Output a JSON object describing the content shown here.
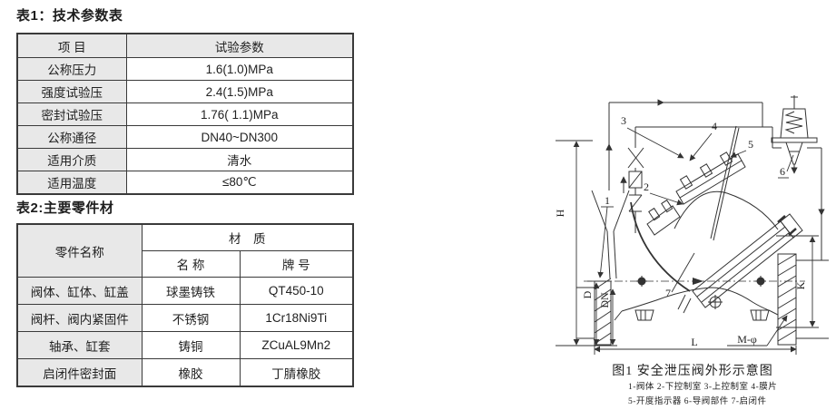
{
  "table1": {
    "title": "表1：技术参数表",
    "col_item": "项 目",
    "col_value": "试验参数",
    "rows": [
      {
        "item": "公称压力",
        "value": "1.6(1.0)MPa"
      },
      {
        "item": "强度试验压",
        "value": "2.4(1.5)MPa"
      },
      {
        "item": "密封试验压",
        "value": "1.76( 1.1)MPa"
      },
      {
        "item": "公称通径",
        "value": "DN40~DN300"
      },
      {
        "item": "适用介质",
        "value": "清水"
      },
      {
        "item": "适用温度",
        "value": "≤80℃"
      }
    ]
  },
  "table2": {
    "title": "表2:主要零件材",
    "col_part": "零件名称",
    "col_material": "材　质",
    "col_name": "名 称",
    "col_grade": "牌 号",
    "rows": [
      {
        "part": "阀体、缸体、缸盖",
        "material": "球墨铸铁",
        "grade": "QT450-10"
      },
      {
        "part": "阀杆、阀内紧固件",
        "material": "不锈钢",
        "grade": "1Cr18Ni9Ti"
      },
      {
        "part": "轴承、缸套",
        "material": "铸铜",
        "grade": "ZCuAL9Mn2"
      },
      {
        "part": "启闭件密封面",
        "material": "橡胶",
        "grade": "丁腈橡胶"
      }
    ]
  },
  "figure": {
    "caption": "图1 安全泄压阀外形示意图",
    "legend_line1": "1-阀体 2-下控制室 3-上控制室 4-膜片",
    "legend_line2": "5-开度指示器 6-导阀部件 7-启闭件",
    "labels": {
      "n1": "1",
      "n2": "2",
      "n3": "3",
      "n4": "4",
      "n5": "5",
      "n6": "6",
      "n7": "7"
    },
    "dims": {
      "h": "H",
      "d": "D",
      "dn": "DN",
      "k": "K",
      "l": "L",
      "m_phi": "M-φ"
    }
  },
  "colors": {
    "header_bg": "#e8e8e8",
    "border": "#3a3a3a",
    "line": "#333333",
    "text": "#222222"
  }
}
